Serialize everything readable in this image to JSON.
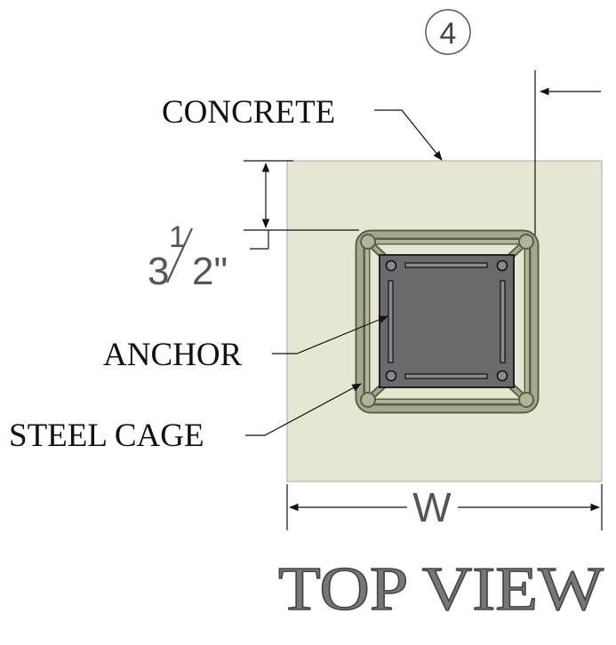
{
  "detail_number": "4",
  "labels": {
    "concrete": "CONCRETE",
    "dimension_whole": "3",
    "dimension_numerator": "1",
    "dimension_denominator": "2\"",
    "anchor": "ANCHOR",
    "steel_cage": "STEEL CAGE",
    "width": "W",
    "view_title": "TOP VIEW"
  },
  "colors": {
    "concrete": "#e6e6d2",
    "cage": "#9a9a80",
    "cage_dark": "#5e5e48",
    "plate": "#6a6a6c",
    "line": "#111111",
    "title_gray": "#7a7a7a"
  }
}
